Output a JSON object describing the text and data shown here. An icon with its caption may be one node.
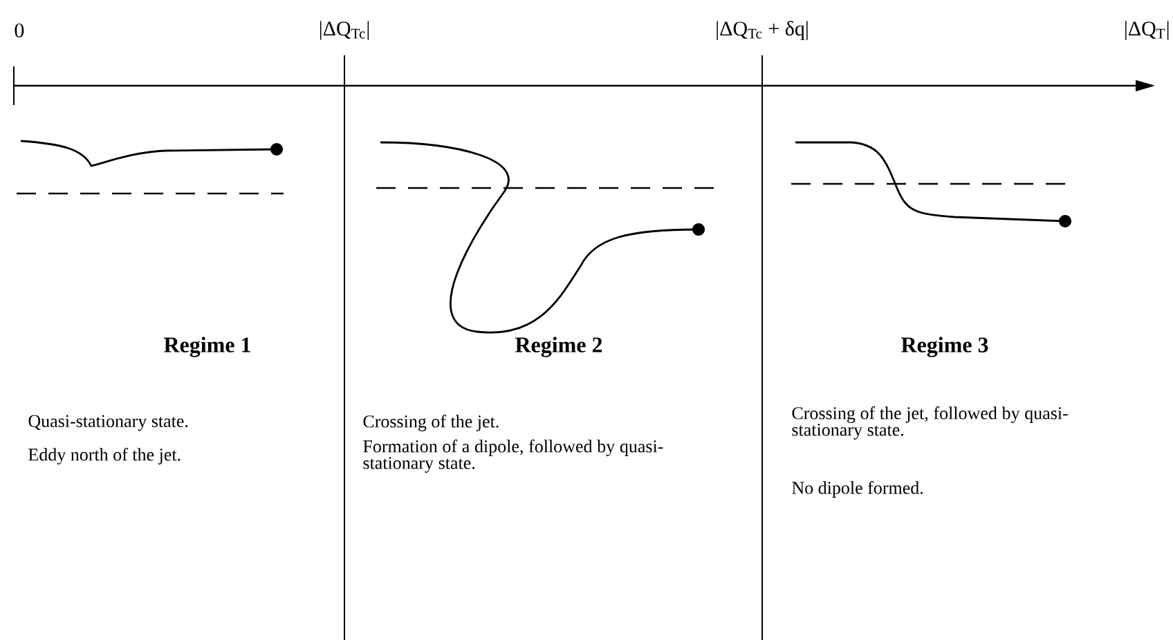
{
  "diagram": {
    "labels": [
      "0",
      "|ΔQ$_{Tc}$|",
      "|ΔQ$_{Tc}$ + δq|",
      "|ΔQ$_{T}$|",
      "Regime 1",
      "Regime 2",
      "Regime 3",
      "Quasi-stationary state.",
      "Eddy north of the jet.",
      "Crossing of the jet.",
      "Formation of a dipole, followed by quasi-stationary state.",
      "Crossing of the jet, followed by quasi-stationary state.",
      "No dipole formed."
    ]
  }
}
